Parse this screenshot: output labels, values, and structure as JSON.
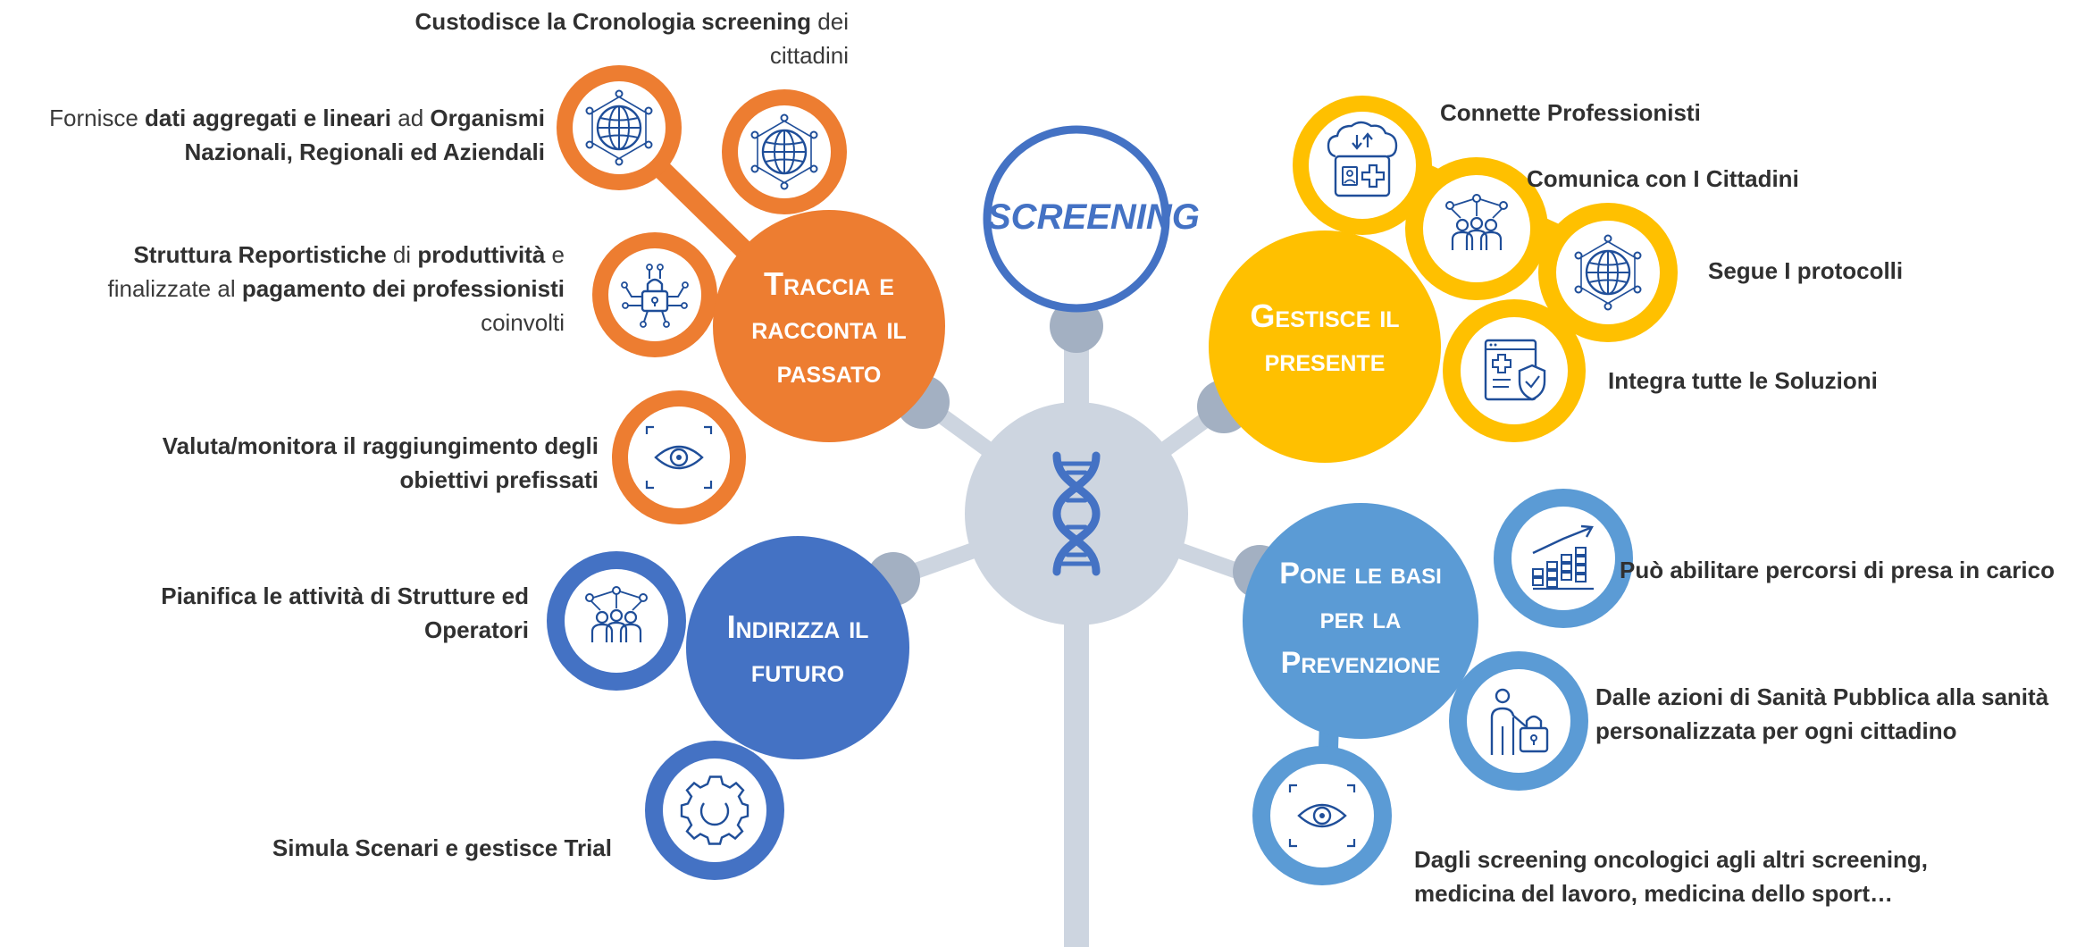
{
  "center": {
    "title": "SCREENING",
    "icon": "dna-icon"
  },
  "colors": {
    "orange": "#ed7d31",
    "blue": "#4472c4",
    "yellow": "#ffc000",
    "light_blue": "#5b9bd5",
    "stem": "#cdd5e0",
    "knob": "#a3b0c2",
    "icon_stroke": "#1f4e99"
  },
  "hubs": {
    "past": {
      "label": "Traccia e racconta il passato"
    },
    "present": {
      "label": "Gestisce il presente"
    },
    "future": {
      "label": "Indirizza il futuro"
    },
    "prevention": {
      "label": "Pone le basi per la Prevenzione"
    }
  },
  "icons": {
    "past": [
      "globe-network-icon",
      "globe-network-icon",
      "circuit-lock-icon",
      "eye-scan-icon"
    ],
    "present": [
      "cloud-health-icon",
      "people-network-icon",
      "globe-network-icon",
      "shield-document-icon"
    ],
    "future": [
      "people-network-icon",
      "gear-icon"
    ],
    "prevention": [
      "growth-chart-icon",
      "person-lock-icon",
      "eye-scan-icon"
    ]
  },
  "labels": {
    "past_cronologia": "<b>Custodisce la Cronologia screening</b> dei cittadini",
    "past_dati": "Fornisce <b>dati aggregati e lineari</b> ad <b>Organismi Nazionali, Regionali ed Aziendali</b>",
    "past_report": "<b>Struttura Reportistiche</b> di <b>produttività</b> e finalizzate al <b>pagamento dei professionisti</b> coinvolti",
    "past_valuta": "<b>Valuta/monitora il raggiungimento degli obiettivi prefissati</b>",
    "future_pianifica": "<b>Pianifica le attività di Strutture ed Operatori</b>",
    "future_simula": "<b>Simula Scenari e gestisce Trial</b>",
    "present_connette": "<b>Connette Professionisti</b>",
    "present_comunica": "<b>Comunica con I Cittadini</b>",
    "present_protocolli": "<b>Segue I protocolli</b>",
    "present_integra": "<b>Integra tutte le Soluzioni</b>",
    "prev_percorsi": "<b>Può abilitare percorsi di presa in carico</b>",
    "prev_sanita": "<b>Dalle azioni di Sanità Pubblica alla sanità personalizzata per ogni cittadino</b>",
    "prev_screening": "<b>Dagli screening oncologici agli altri screening, medicina del lavoro, medicina dello sport…</b>"
  }
}
